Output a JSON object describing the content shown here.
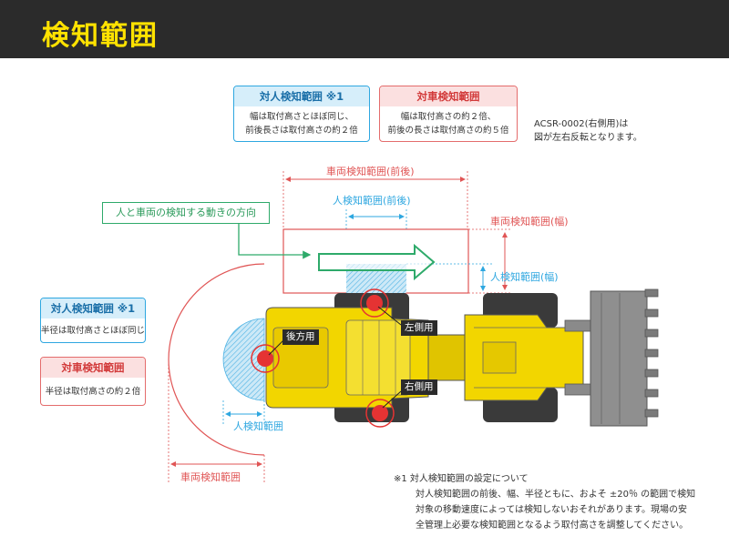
{
  "header": {
    "title": "検知範囲"
  },
  "top_legend": {
    "person": {
      "title": "対人検知範囲 ※1",
      "lines": [
        "幅は取付高さとほぼ同じ、",
        "前後長さは取付高さの約２倍"
      ]
    },
    "vehicle": {
      "title": "対車検知範囲",
      "lines": [
        "幅は取付高さの約２倍、",
        "前後の長さは取付高さの約５倍"
      ]
    }
  },
  "model_note": {
    "lines": [
      "ACSR-0002(右側用)は",
      "図が左右反転となります。"
    ]
  },
  "dimensions": {
    "vehicle_front_back": "車両検知範囲(前後)",
    "person_front_back": "人検知範囲(前後)",
    "vehicle_width": "車両検知範囲(幅)",
    "person_width": "人検知範囲(幅)",
    "person_range": "人検知範囲",
    "vehicle_range": "車両検知範囲"
  },
  "direction_label": "人と車両の検知する動きの方向",
  "sensor_labels": {
    "rear": "後方用",
    "left": "左側用",
    "right": "右側用"
  },
  "left_legend": {
    "person": {
      "title": "対人検知範囲 ※1",
      "text": "半径は取付高さとほぼ同じ"
    },
    "vehicle": {
      "title": "対車検知範囲",
      "text": "半径は取付高さの約２倍"
    }
  },
  "footnote": {
    "title": "※1 対人検知範囲の設定について",
    "lines": [
      "対人検知範囲の前後、幅、半径ともに、およそ ±20％ の範囲で検知",
      "対象の移動速度によっては検知しないおそれがあります。現場の安",
      "全管理上必要な検知範囲となるよう取付高さを調整してください。"
    ]
  },
  "colors": {
    "header_bg": "#2b2b2b",
    "header_text": "#ffe200",
    "person_zone": "#2ea7e0",
    "vehicle_zone": "#e05555",
    "direction": "#2eaa6a",
    "machine_body": "#f2d600"
  }
}
